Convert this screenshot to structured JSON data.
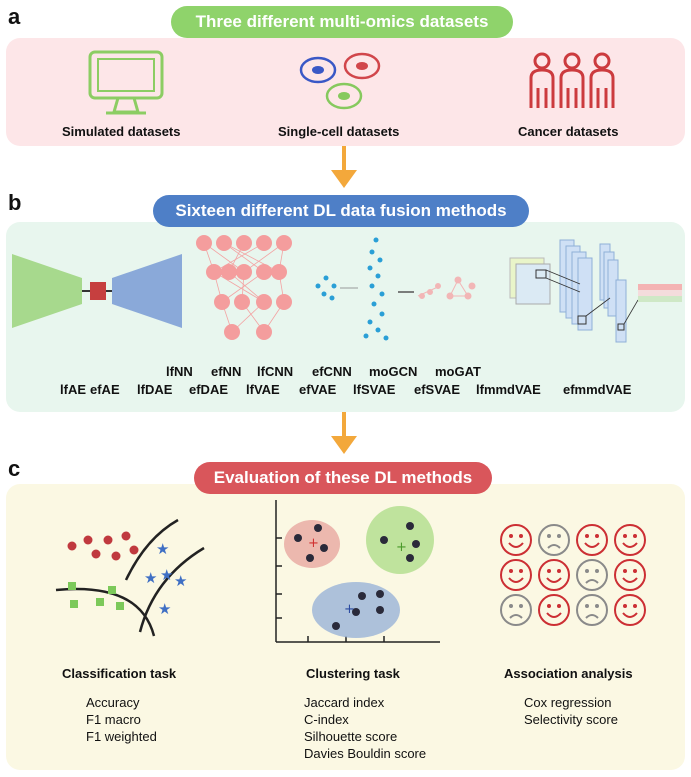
{
  "panel_a": {
    "letter": "a",
    "title": "Three different multi-omics datasets",
    "items": [
      "Simulated datasets",
      "Single-cell datasets",
      "Cancer datasets"
    ],
    "colors": {
      "pill": "#8fd36b",
      "panel": "#fde6e8",
      "arrow": "#f3a83b"
    }
  },
  "panel_b": {
    "letter": "b",
    "title": "Sixteen different DL data fusion methods",
    "methods_row1": [
      "lfNN",
      "efNN",
      "lfCNN",
      "efCNN",
      "moGCN",
      "moGAT"
    ],
    "methods_row2": [
      "lfAE",
      "efAE",
      "lfDAE",
      "efDAE",
      "lfVAE",
      "efVAE",
      "lfSVAE",
      "efSVAE",
      "lfmmdVAE",
      "efmmdVAE"
    ],
    "colors": {
      "pill": "#4e7fc7",
      "panel": "#e8f6ee"
    }
  },
  "panel_c": {
    "letter": "c",
    "title": "Evaluation of these DL methods",
    "tasks": [
      {
        "name": "Classification task",
        "metrics": [
          "Accuracy",
          "F1 macro",
          "F1 weighted"
        ]
      },
      {
        "name": "Clustering task",
        "metrics": [
          "Jaccard index",
          "C-index",
          "Silhouette score",
          "Davies Bouldin score"
        ]
      },
      {
        "name": "Association analysis",
        "metrics": [
          "Cox regression",
          "Selectivity score"
        ]
      }
    ],
    "colors": {
      "pill": "#d9565b",
      "panel": "#fbf8e3"
    }
  }
}
